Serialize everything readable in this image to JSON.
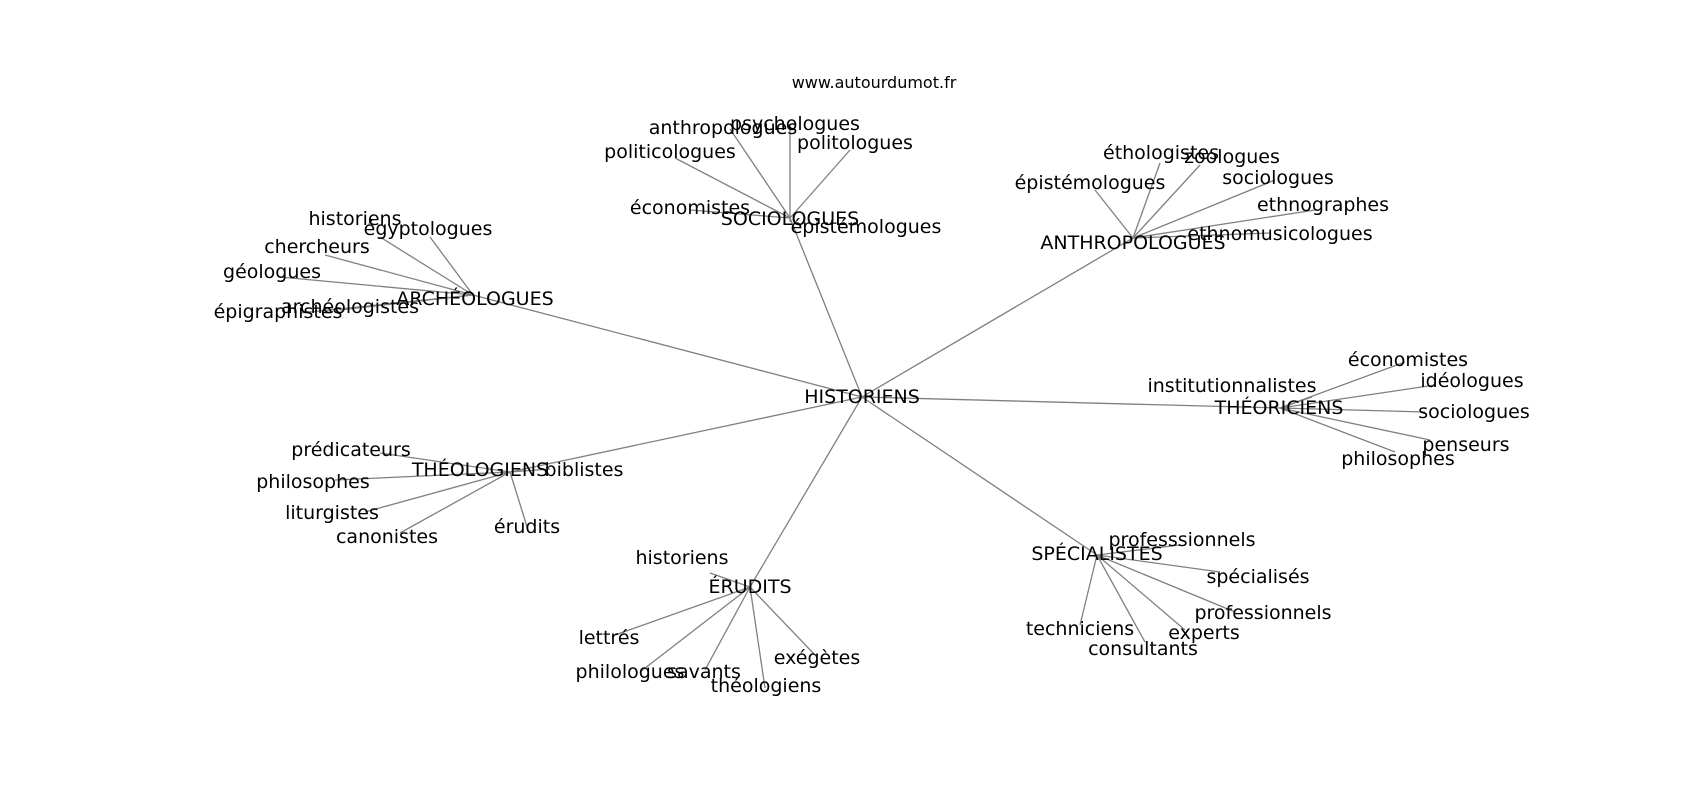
{
  "watermark": "www.autourdumot.fr",
  "center": "HISTORIENS",
  "hubs": [
    {
      "id": "sociologues",
      "label": "SOCIOLOGUES",
      "leaves": [
        "anthropologues",
        "psychologues",
        "politologues",
        "politicologues",
        "économistes",
        "épistémologues"
      ]
    },
    {
      "id": "anthropologues",
      "label": "ANTHROPOLOGUES",
      "leaves": [
        "éthologistes",
        "zoologues",
        "sociologues",
        "épistémologues",
        "ethnographes",
        "ethnomusicologues"
      ]
    },
    {
      "id": "archeologues",
      "label": "ARCHÉOLOGUES",
      "leaves": [
        "historiens",
        "égyptologues",
        "chercheurs",
        "géologues",
        "archéologistes",
        "épigraphistes"
      ]
    },
    {
      "id": "theoriciens",
      "label": "THÉORICIENS",
      "leaves": [
        "économistes",
        "institutionnalistes",
        "idéologues",
        "sociologues",
        "penseurs",
        "philosophes"
      ]
    },
    {
      "id": "theologiens",
      "label": "THÉOLOGIENS",
      "leaves": [
        "prédicateurs",
        "biblistes",
        "philosophes",
        "liturgistes",
        "canonistes",
        "érudits"
      ]
    },
    {
      "id": "specialistes",
      "label": "SPÉCIALISTES",
      "leaves": [
        "professsionnels",
        "spécialisés",
        "professionnels",
        "techniciens",
        "experts",
        "consultants"
      ]
    },
    {
      "id": "erudits",
      "label": "ÉRUDITS",
      "leaves": [
        "historiens",
        "lettrés",
        "exégètes",
        "philologues",
        "savants",
        "théologiens"
      ]
    }
  ]
}
